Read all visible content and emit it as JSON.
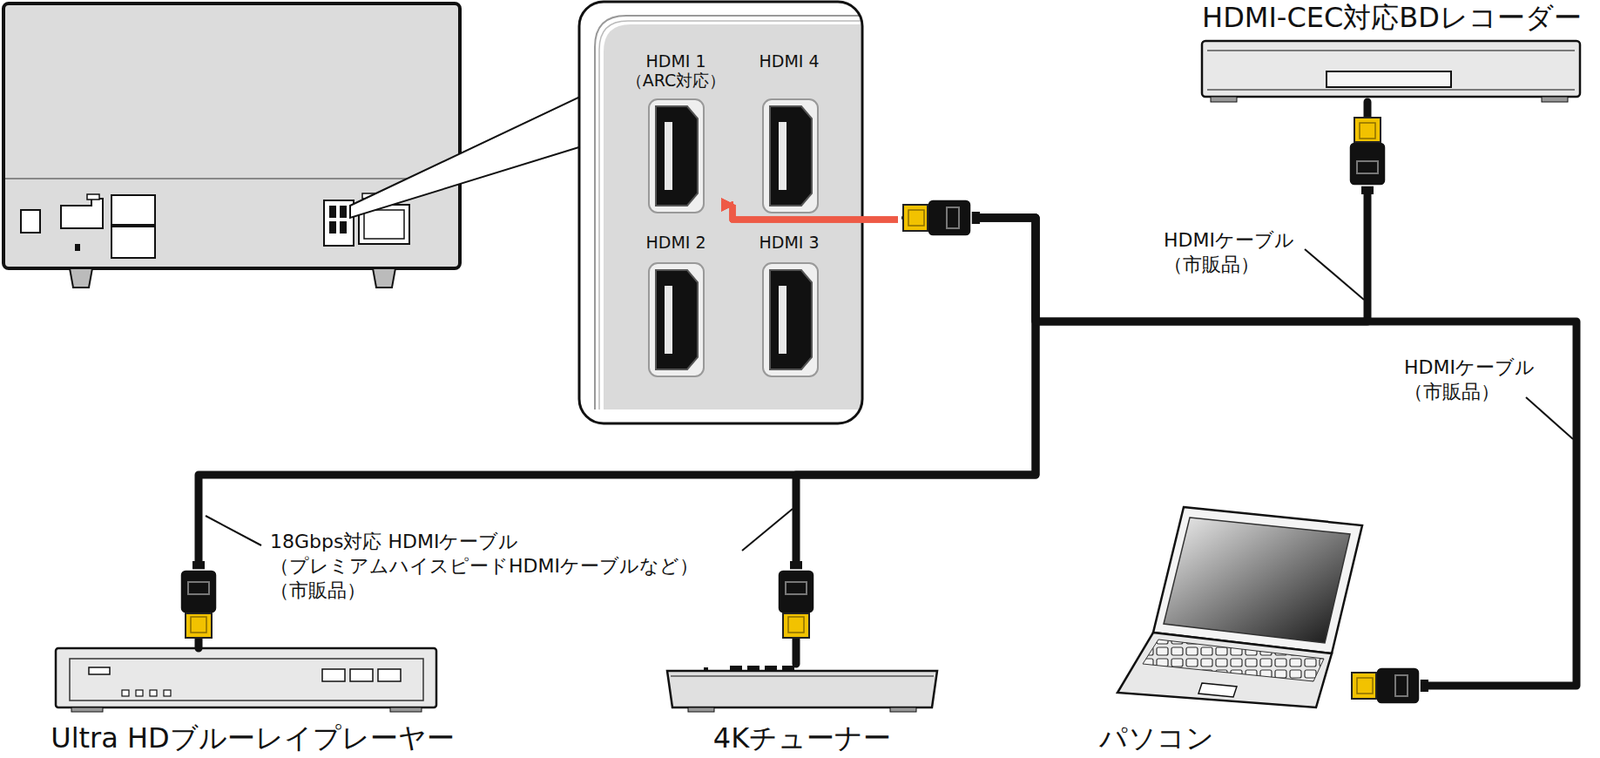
{
  "diagram": {
    "nodes": [
      {
        "text": [
          "HDMI 1 （ARC対応）"
        ]
      },
      {
        "text": [
          "HDMI 4"
        ]
      },
      {
        "text": [
          "HDMI 2"
        ]
      },
      {
        "text": [
          "HDMI 3"
        ]
      },
      {
        "text": [
          "HDMI-CEC対応BDレコーダー"
        ]
      },
      {
        "text": [
          "Ultra HDブルーレイプレーヤー"
        ]
      },
      {
        "text": [
          "4Kチューナー"
        ]
      },
      {
        "text": [
          "パソコン"
        ]
      }
    ],
    "edges": [
      {
        "from": 4,
        "to": 0,
        "arrow": "to"
      },
      {
        "from": 5,
        "to": 0,
        "arrow": "to"
      },
      {
        "from": 6,
        "to": 0,
        "arrow": "to"
      },
      {
        "from": 7,
        "to": 0,
        "arrow": "to"
      }
    ],
    "labels": [
      "HDMIケーブル （市販品）",
      "HDMIケーブル （市販品）",
      "18Gbps対応 HDMIケーブル （プレミアムハイスピードHDMIケーブルなど） （市販品）"
    ]
  }
}
